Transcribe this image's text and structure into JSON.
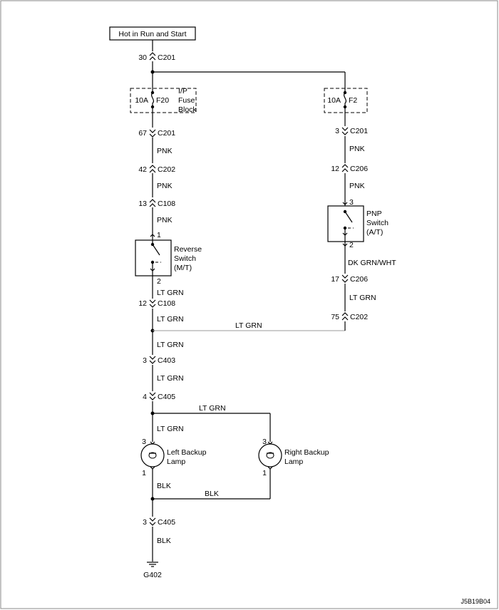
{
  "title_box": "Hot in Run and Start",
  "fuses": {
    "f20": {
      "rating": "10A",
      "id": "F20",
      "block_line1": "I/P",
      "block_line2": "Fuse",
      "block_line3": "Block"
    },
    "f2": {
      "rating": "10A",
      "id": "F2"
    }
  },
  "left_connectors": [
    {
      "pin": "30",
      "name": "C201"
    },
    {
      "pin": "67",
      "name": "C201"
    },
    {
      "pin": "42",
      "name": "C202"
    },
    {
      "pin": "13",
      "name": "C108"
    },
    {
      "pin": "12",
      "name": "C108"
    },
    {
      "pin": "3",
      "name": "C403"
    },
    {
      "pin": "4",
      "name": "C405"
    },
    {
      "pin": "3",
      "name": "C405"
    }
  ],
  "right_connectors": [
    {
      "pin": "3",
      "name": "C201"
    },
    {
      "pin": "12",
      "name": "C206"
    },
    {
      "pin": "17",
      "name": "C206"
    },
    {
      "pin": "75",
      "name": "C202"
    }
  ],
  "wire_labels": {
    "left_pnk_1": "PNK",
    "left_pnk_2": "PNK",
    "left_pnk_3": "PNK",
    "left_ltgrn_1": "LT GRN",
    "left_ltgrn_2": "LT GRN",
    "left_ltgrn_3": "LT GRN",
    "left_ltgrn_4": "LT GRN",
    "left_ltgrn_5": "LT GRN",
    "right_pnk_1": "PNK",
    "right_pnk_2": "PNK",
    "right_dkgrn": "DK GRN/WHT",
    "right_ltgrn": "LT GRN",
    "splice_ltgrn": "LT GRN",
    "lamp_top_ltgrn": "LT GRN",
    "left_blk_1": "BLK",
    "bottom_blk": "BLK",
    "left_blk_2": "BLK"
  },
  "reverse_switch": {
    "line1": "Reverse",
    "line2": "Switch",
    "line3": "(M/T)",
    "pin_top": "1",
    "pin_bottom": "2"
  },
  "pnp_switch": {
    "line1": "PNP",
    "line2": "Switch",
    "line3": "(A/T)",
    "pin_top": "3",
    "pin_bottom": "2"
  },
  "left_lamp": {
    "line1": "Left Backup",
    "line2": "Lamp",
    "pin_top": "3",
    "pin_bottom": "1"
  },
  "right_lamp": {
    "line1": "Right Backup",
    "line2": "Lamp",
    "pin_top": "3",
    "pin_bottom": "1"
  },
  "ground": "G402",
  "figure_code": "J5B19B04"
}
